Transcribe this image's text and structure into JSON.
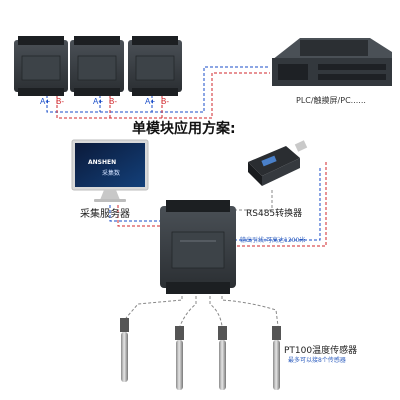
{
  "modules": [
    {
      "a_label": "A+",
      "b_label": "B-"
    },
    {
      "a_label": "A+",
      "b_label": "B-"
    },
    {
      "a_label": "A+",
      "b_label": "B-"
    }
  ],
  "plc_label": "PLC/触摸屏/PC......",
  "section_title": "单模块应用方案:",
  "server": {
    "label": "采集服务器",
    "brand": "ANSHEN",
    "sub": "采集数"
  },
  "converter_label": "RS485转换器",
  "cable_note": "输出引线:可高达1200米",
  "sensor_label": "PT100温度传感器",
  "sensor_note": "最多可以接8个传感器",
  "colors": {
    "line_a": "#1a4ec9",
    "line_b": "#d0262b",
    "module": "#3a3f44",
    "note": "#2f5fbf"
  }
}
